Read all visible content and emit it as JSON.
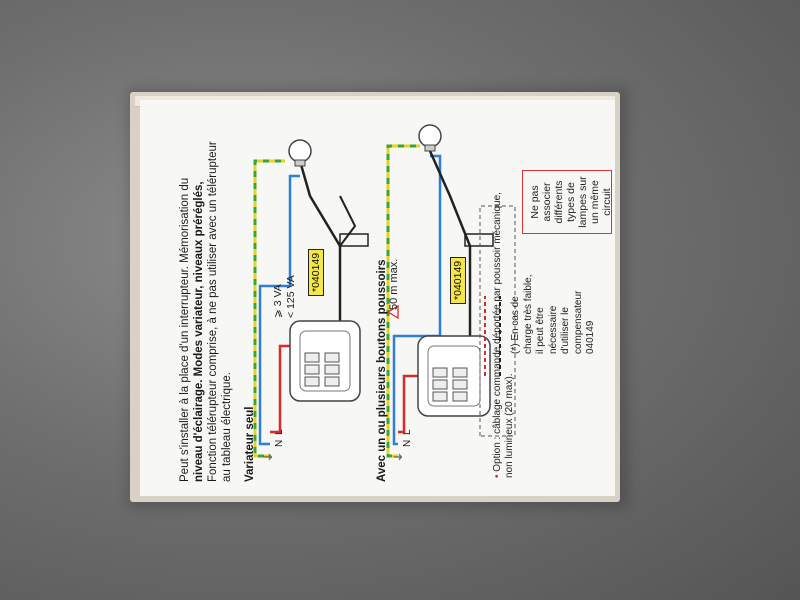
{
  "intro": {
    "line1": "Peut s'installer à la place d'un interrupteur. Mémorisation du",
    "line2": "niveau d'éclairage. Modes variateur, niveaux préréglés,",
    "line3": "Fonction télérupteur comprise, à ne pas utiliser avec un télérupteur",
    "line4": "au tableau électrique."
  },
  "section1": {
    "title": "Variateur seul"
  },
  "section2": {
    "title": "Avec un ou plusieurs boutons poussoirs"
  },
  "ref_tag_1": "*040149",
  "ref_tag_2": "*040149",
  "load": {
    "line1": "⩾ 3 VA",
    "line2": "< 125 VA"
  },
  "warning_box": "Ne pas associer différents types de lampes sur un même circuit",
  "compensator_note": "(*) En cas de charge très faible, il peut être nécessaire d'utiliser le compensateur 040149",
  "distance": "50 m max.",
  "option_note": {
    "bullet": "•",
    "text": "Option : câblage commande déportée par poussoir mécanique, non lumineux (20 max)."
  },
  "terminals": {
    "earth": "⏚",
    "n": "N",
    "l": "L"
  },
  "colors": {
    "wire_earth_green": "#3aa33a",
    "wire_earth_yellow": "#e6d21f",
    "wire_neutral": "#2f7fd6",
    "wire_live": "#d62b2b",
    "wire_switched": "#222222",
    "tag_bg": "#f5e64a",
    "warning_border": "#dd3333"
  }
}
